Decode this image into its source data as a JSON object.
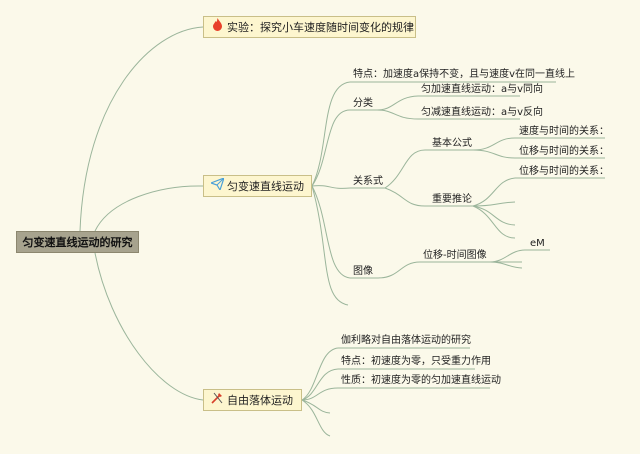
{
  "root": "匀变速直线运动的研究",
  "branch_experiment": {
    "label": "实验：探究小车速度随时间变化的规律",
    "icon": "flame-icon",
    "icon_color": "#e8402a"
  },
  "branch_uniform": {
    "label": "匀变速直线运动",
    "icon": "paper-plane-icon",
    "icon_color": "#4aa0d8",
    "feature": "特点：加速度a保持不变，且与速度v在同一直线上",
    "classify": {
      "label": "分类",
      "accel": "匀加速直线运动：a与v同向",
      "decel": "匀减速直线运动：a与v反向"
    },
    "relations": {
      "label": "关系式",
      "basic": {
        "label": "基本公式",
        "vt": "速度与时间的关系：",
        "xt": "位移与时间的关系："
      },
      "important": {
        "label": "重要推论",
        "xt": "位移与时间的关系："
      }
    },
    "images": {
      "label": "图像",
      "xt_graph": "位移-时间图像",
      "xt_leaf": "eM"
    }
  },
  "branch_freefall": {
    "label": "自由落体运动",
    "icon": "tools-icon",
    "icon_color": "#d8402a",
    "galileo": "伽利略对自由落体运动的研究",
    "feature": "特点：初速度为零，只受重力作用",
    "nature": "性质：初速度为零的匀加速直线运动"
  },
  "line_color": "#9bb59b"
}
